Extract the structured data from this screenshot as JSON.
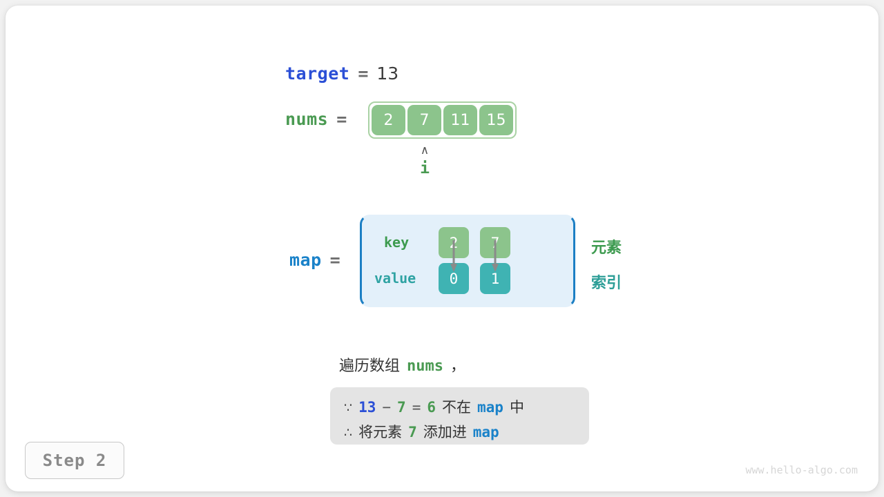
{
  "page": {
    "background": "#ffffff",
    "card_background": "#ffffff",
    "watermark": "www.hello-algo.com"
  },
  "colors": {
    "accent_blue": "#2b4fd6",
    "map_blue": "#1a82c9",
    "green": "#4a9a52",
    "cell_green": "#8cc48c",
    "cell_teal": "#3fb3b3",
    "map_fill": "#e3f0fa",
    "map_border": "#1c7fc4",
    "explain_fill": "#e4e4e4",
    "gray_text": "#555555"
  },
  "target": {
    "name": "target",
    "equals": "=",
    "value": "13"
  },
  "nums": {
    "name": "nums",
    "equals": "=",
    "cells": [
      "2",
      "7",
      "11",
      "15"
    ],
    "pointer": {
      "caret": "∧",
      "label": "i",
      "index": 1
    }
  },
  "map": {
    "name": "map",
    "equals": "=",
    "row_labels": {
      "key": "key",
      "value": "value"
    },
    "entries": [
      {
        "key": "2",
        "value": "0"
      },
      {
        "key": "7",
        "value": "1"
      }
    ],
    "side_notes": {
      "key_note": "元素",
      "value_note": "索引"
    }
  },
  "caption": {
    "prefix": "遍历数组",
    "mono": "nums",
    "suffix": "，"
  },
  "explanation": {
    "line1": {
      "symbol": "∵",
      "a": "13",
      "minus": "−",
      "b": "7",
      "eq": "=",
      "result": "6",
      "text_mid": "不在",
      "map": "map",
      "text_end": "中"
    },
    "line2": {
      "symbol": "∴",
      "text_start": "将元素",
      "elem": "7",
      "text_mid": "添加进",
      "map": "map"
    }
  },
  "step_badge": {
    "label": "Step 2"
  }
}
